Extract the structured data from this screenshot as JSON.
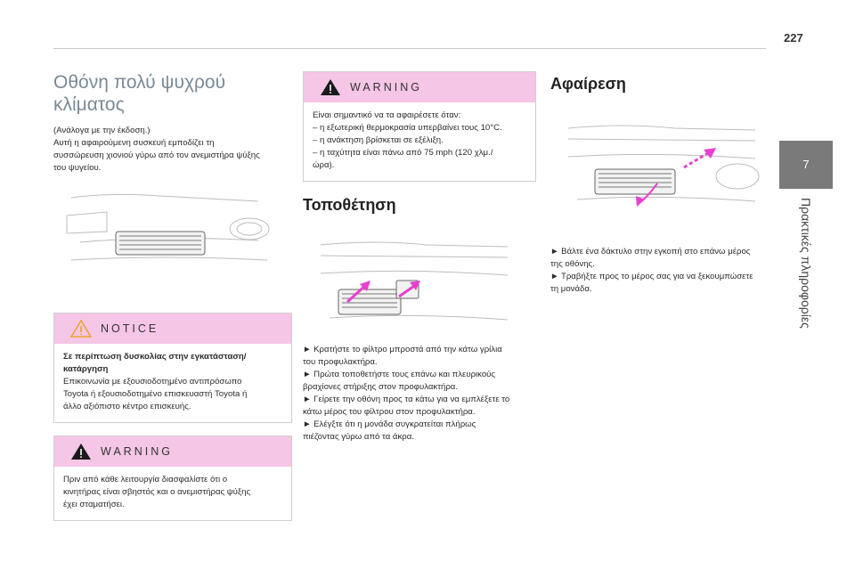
{
  "page_number": "227",
  "chapter": {
    "number": "7",
    "title": "Πρακτικές πληροφορίες"
  },
  "col1": {
    "heading": "Οθόνη πολύ ψυχρού κλίματος",
    "intro": [
      "(Ανάλογα με την έκδοση.)",
      "Αυτή η αφαιρούμενη συσκευή εμποδίζει τη",
      "συσσώρευση χιονιού γύρω από τον ανεμιστήρα ψύξης",
      "του ψυγείου."
    ],
    "notice": {
      "label": "NOTICE",
      "title": [
        "Σε περίπτωση δυσκολίας στην εγκατάσταση/",
        "κατάργηση"
      ],
      "lines": [
        "Επικοινωνία με εξουσιοδοτημένο αντιπρόσωπο",
        "Toyota ή εξουσιοδοτημένο επισκευαστή Toyota ή",
        "άλλο αξιόπιστο κέντρο επισκευής."
      ]
    },
    "warning": {
      "label": "WARNING",
      "lines": [
        "Πριν από κάθε λειτουργία διασφαλίστε ότι ο",
        "κινητήρας είναι σβηστός και ο ανεμιστήρας ψύξης",
        "έχει σταματήσει."
      ]
    }
  },
  "col2": {
    "warning": {
      "label": "WARNING",
      "lines": [
        "Είναι σημαντικό να τα αφαιρέσετε όταν:",
        "–  η εξωτερική θερμοκρασία υπερβαίνει τους 10°C.",
        "–  η ανάκτηση βρίσκεται σε εξέλιξη.",
        "–  η ταχύτητα είναι πάνω από 75 mph (120 χλμ./",
        "ώρα)."
      ]
    },
    "heading": "Τοποθέτηση",
    "steps": [
      [
        "►  Κρατήστε το φίλτρο μπροστά από την κάτω γρίλια",
        "του προφυλακτήρα."
      ],
      [
        "►  Πρώτα τοποθετήστε τους επάνω και πλευρικούς",
        "βραχίονες στήριξης στον προφυλακτήρα."
      ],
      [
        "►  Γείρετε την οθόνη προς τα κάτω για να εμπλέξετε το",
        "κάτω μέρος του φίλτρου στον προφυλακτήρα."
      ],
      [
        "►  Ελέγξτε ότι η μονάδα συγκρατείται πλήρως",
        "πιέζοντας γύρω από τα άκρα."
      ]
    ]
  },
  "col3": {
    "heading": "Αφαίρεση",
    "steps": [
      [
        "►  Βάλτε ένα δάκτυλο στην εγκοπή στο επάνω μέρος",
        "της οθόνης."
      ],
      [
        "►  Τραβήξτε προς το μέρος σας για να ξεκουμπώσετε",
        "τη μονάδα."
      ]
    ]
  },
  "colors": {
    "accent_pink": "#f5c6e6",
    "arrow_magenta": "#e83fd0",
    "tab_gray": "#7a7a7a",
    "heading_gray": "#7a8a96"
  },
  "icons": {
    "notice": "notice-triangle-icon",
    "warning": "warning-triangle-icon"
  }
}
